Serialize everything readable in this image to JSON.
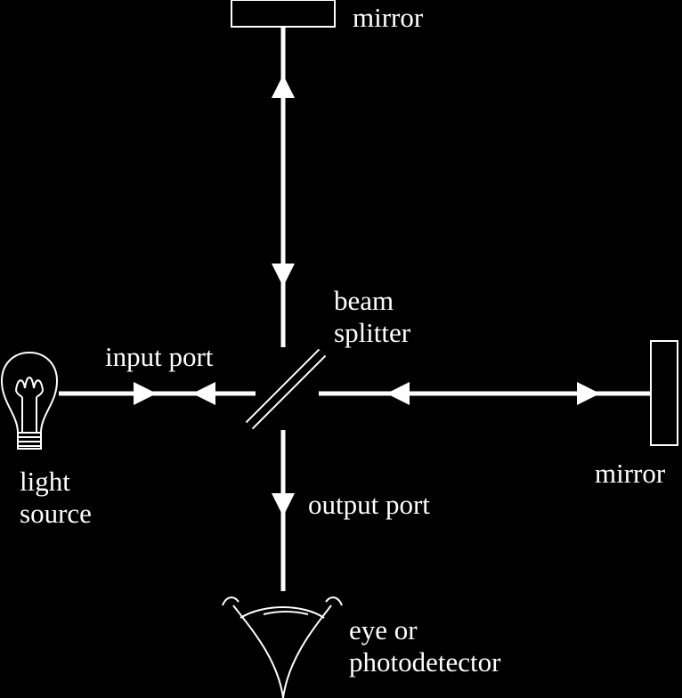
{
  "labels": {
    "mirror_top": "mirror",
    "mirror_right": "mirror",
    "beam_splitter": [
      "beam",
      "splitter"
    ],
    "input_port": "input port",
    "output_port": "output port",
    "light_source": [
      "light",
      "source"
    ],
    "detector": [
      "eye or",
      "photodetector"
    ]
  },
  "colors": {
    "background": "#000000",
    "foreground": "#ffffff"
  },
  "icons": {
    "source": "light-bulb-icon",
    "detector": "eye-icon"
  }
}
